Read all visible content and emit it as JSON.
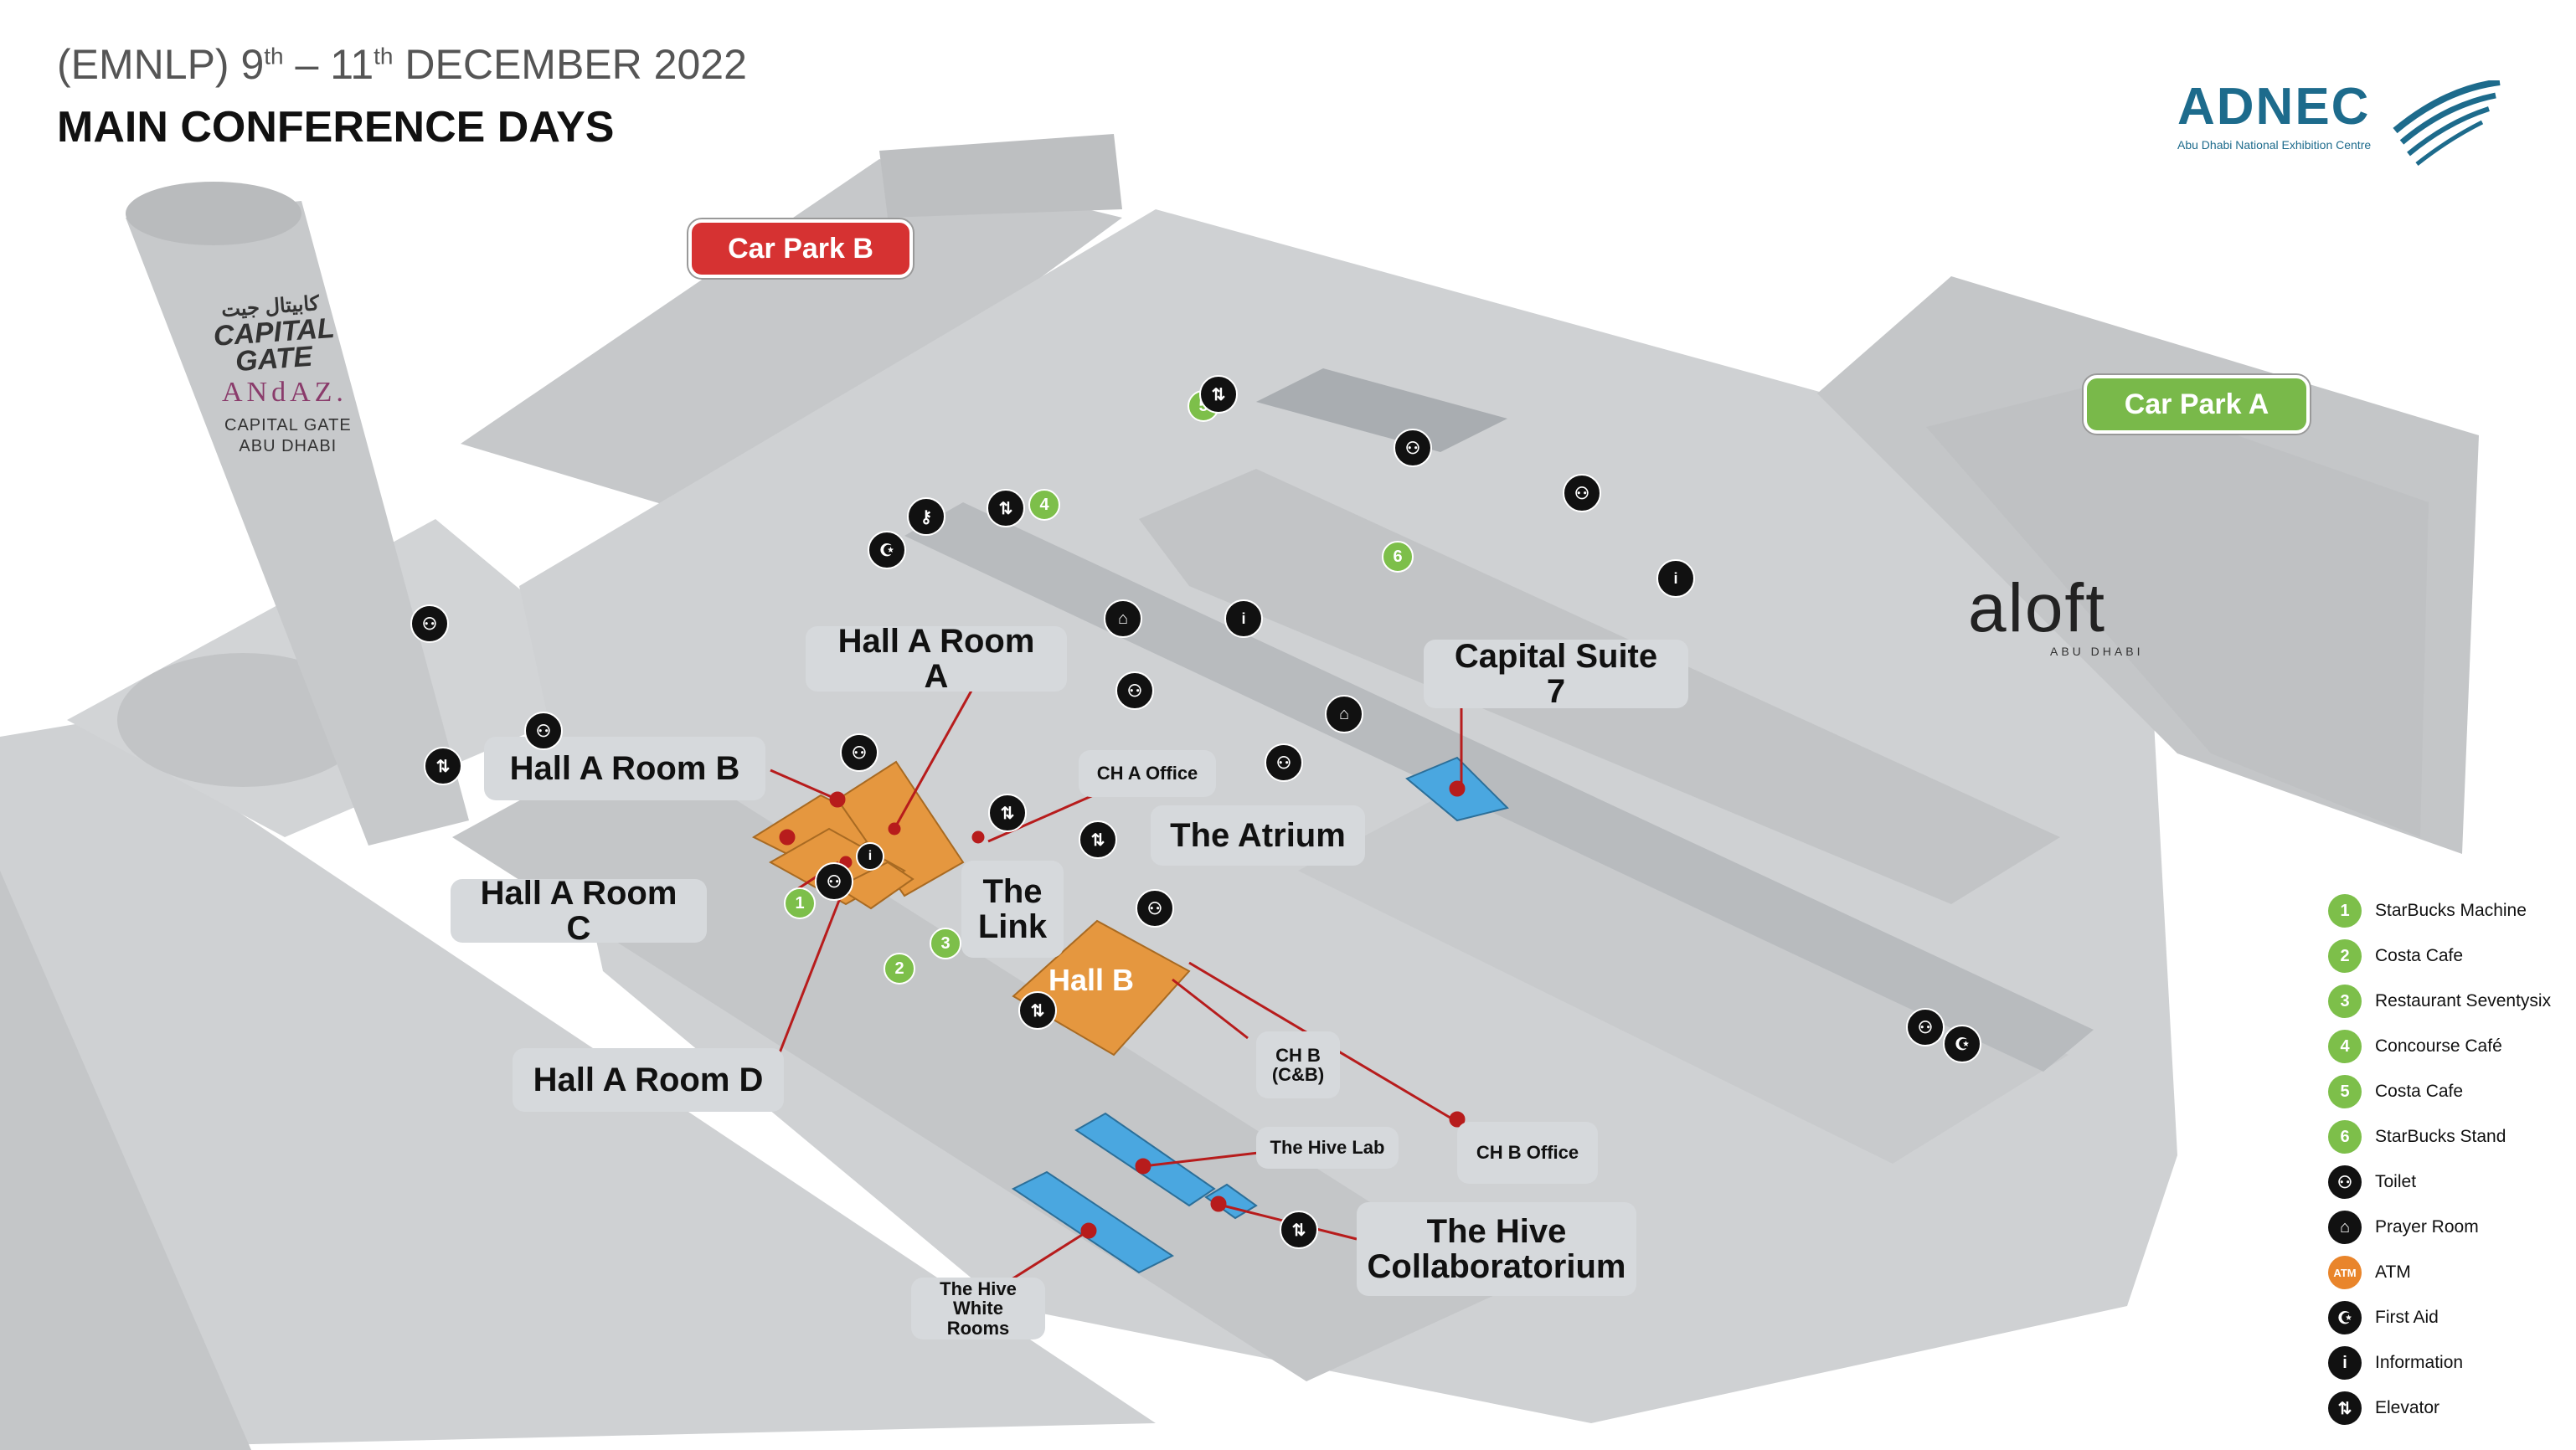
{
  "header": {
    "subtitle_prefix": "(EMNLP) 9",
    "subtitle_sup1": "th",
    "subtitle_dash": " – 11",
    "subtitle_sup2": "th",
    "subtitle_suffix": " DECEMBER 2022",
    "title": "MAIN CONFERENCE DAYS"
  },
  "logos": {
    "adnec": "ADNEC",
    "adnec_sub": "Abu Dhabi National Exhibition Centre",
    "aloft": "aloft",
    "aloft_sub": "ABU DHABI",
    "capital_gate_ar": "كابيتال جيت",
    "capital_gate": "CAPITAL GATE",
    "andaz": "ANdAZ.",
    "andaz_sub1": "CAPITAL GATE",
    "andaz_sub2": "ABU DHABI"
  },
  "parking": {
    "b": {
      "label": "Car Park B",
      "color": "#d63232"
    },
    "a": {
      "label": "Car Park A",
      "color": "#79b94a"
    }
  },
  "labels": {
    "hall_a_room_a": "Hall A Room A",
    "hall_a_room_b": "Hall A Room B",
    "hall_a_room_c": "Hall A Room C",
    "hall_a_room_d": "Hall A Room D",
    "ch_a_office": "CH A Office",
    "the_link_1": "The",
    "the_link_2": "Link",
    "the_atrium": "The Atrium",
    "hall_b": "Hall B",
    "capital_suite_7": "Capital Suite 7",
    "ch_b_1": "CH B",
    "ch_b_2": "(C&B)",
    "ch_b_office": "CH B Office",
    "hive_lab": "The Hive Lab",
    "hive_collab_1": "The Hive",
    "hive_collab_2": "Collaboratorium",
    "hive_white_1": "The Hive",
    "hive_white_2": "White Rooms"
  },
  "map_markers": {
    "n1": "1",
    "n2": "2",
    "n3": "3",
    "n4": "4",
    "n5": "5",
    "n6": "6",
    "info": "i"
  },
  "legend": [
    {
      "icon": "1",
      "label": "StarBucks Machine",
      "kind": "number",
      "color": "#7dbf4a"
    },
    {
      "icon": "2",
      "label": "Costa Cafe",
      "kind": "number",
      "color": "#7dbf4a"
    },
    {
      "icon": "3",
      "label": "Restaurant Seventysix",
      "kind": "number",
      "color": "#7dbf4a"
    },
    {
      "icon": "4",
      "label": "Concourse Café",
      "kind": "number",
      "color": "#7dbf4a"
    },
    {
      "icon": "5",
      "label": "Costa Cafe",
      "kind": "number",
      "color": "#7dbf4a"
    },
    {
      "icon": "6",
      "label": "StarBucks Stand",
      "kind": "number",
      "color": "#7dbf4a"
    },
    {
      "icon": "toilet-icon",
      "label": "Toilet",
      "kind": "symbol",
      "color": "#111111"
    },
    {
      "icon": "prayer-room-icon",
      "label": "Prayer Room",
      "kind": "symbol",
      "color": "#111111"
    },
    {
      "icon": "ATM",
      "label": "ATM",
      "kind": "text",
      "color": "#e9852b"
    },
    {
      "icon": "first-aid-icon",
      "label": "First Aid",
      "kind": "symbol",
      "color": "#111111"
    },
    {
      "icon": "i",
      "label": "Information",
      "kind": "text",
      "color": "#111111"
    },
    {
      "icon": "elevator-icon",
      "label": "Elevator",
      "kind": "symbol",
      "color": "#111111"
    }
  ],
  "colors": {
    "building": "#c9cbcd",
    "building_dark": "#b5b8bb",
    "room_orange": "#e5973f",
    "room_blue": "#4aa7e0",
    "pin_red": "#b71c1c",
    "label_bg": "#d6d9dc"
  }
}
